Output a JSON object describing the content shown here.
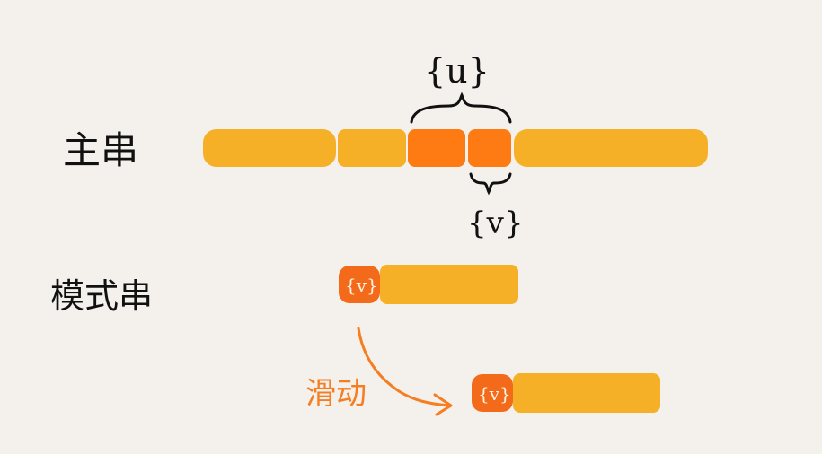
{
  "labels": {
    "main_string": "主串",
    "pattern_string": "模式串",
    "slide": "滑动"
  },
  "brace_labels": {
    "good_suffix": "{u}",
    "suffix_v": "{v}"
  },
  "main_string": {
    "segments": [
      {
        "text": "",
        "highlight": false
      },
      {
        "text": "",
        "highlight": false
      },
      {
        "text": "",
        "highlight": true
      },
      {
        "text": "",
        "highlight": true
      },
      {
        "text": "",
        "highlight": false
      }
    ]
  },
  "pattern_before": {
    "prefix_label": "{v}"
  },
  "pattern_after": {
    "prefix_label": "{v}"
  },
  "colors": {
    "background": "#f4f1ec",
    "segment": "#f5b027",
    "highlight": "#fe7a12",
    "prefix_box": "#f26a1a",
    "ink": "#111111",
    "accent_text": "#f57d22"
  }
}
